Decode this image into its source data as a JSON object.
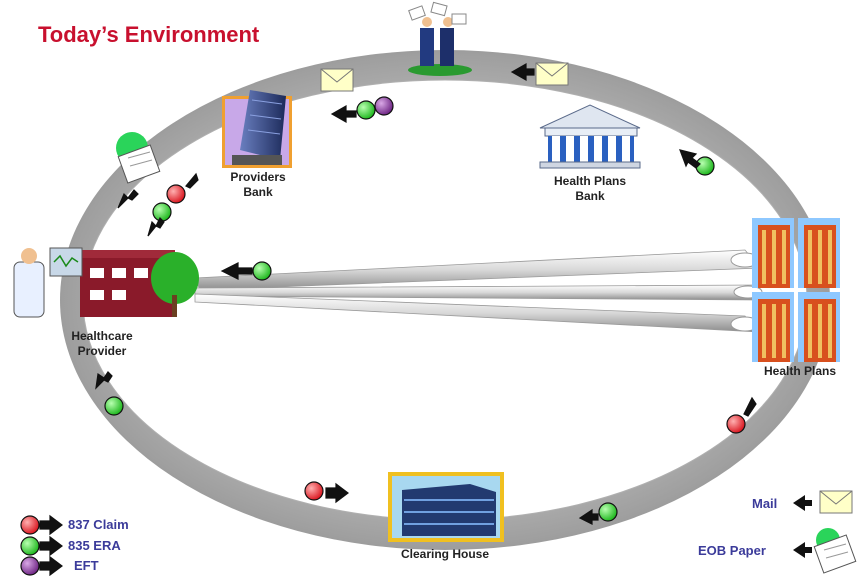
{
  "title": "Today’s Environment",
  "nodes": {
    "providers_bank": [
      "Providers",
      "Bank"
    ],
    "health_plans_bank": [
      "Health Plans",
      "Bank"
    ],
    "healthcare_provider": [
      "Healthcare",
      "Provider"
    ],
    "health_plans": "Health Plans",
    "clearing_house": "Clearing House"
  },
  "legend": {
    "claim": {
      "label": "837 Claim",
      "color": "#e8202a",
      "icon": "red-dot-arrow-icon"
    },
    "era": {
      "label": "835 ERA",
      "color": "#22c522",
      "icon": "green-dot-arrow-icon"
    },
    "eft": {
      "label": "EFT",
      "color": "#7a2d8c",
      "icon": "purple-dot-arrow-icon"
    }
  },
  "paper_legend": {
    "mail": {
      "label": "Mail",
      "icon": "envelope-icon"
    },
    "eob": {
      "label": "EOB Paper",
      "icon": "eob-paper-icon"
    }
  },
  "colors": {
    "title": "#c8102e",
    "legend_text": "#3b3b9a",
    "ring": "#b9b9b9"
  }
}
